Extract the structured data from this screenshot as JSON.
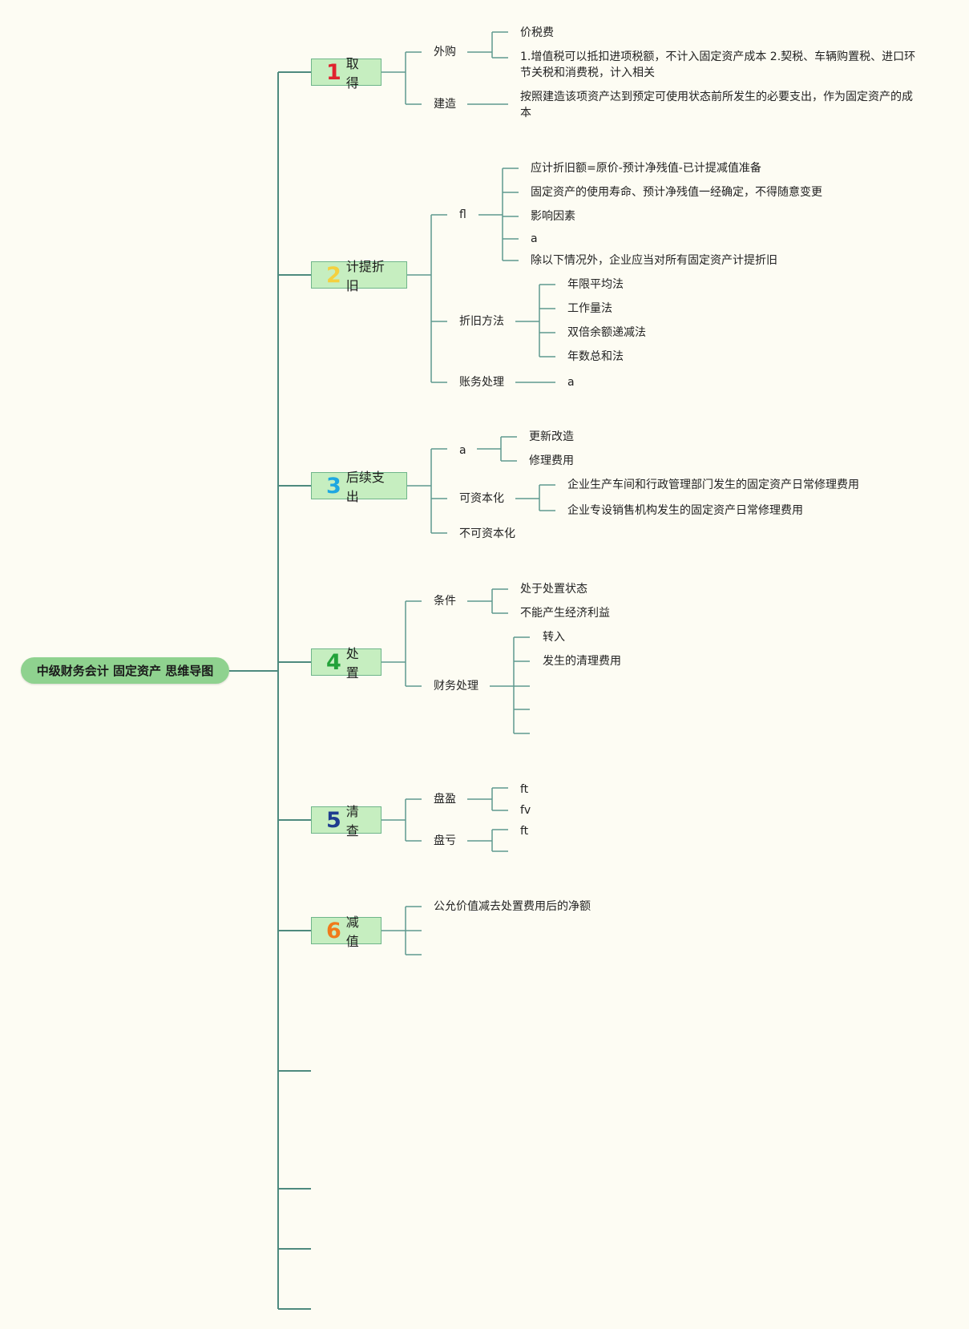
{
  "root": {
    "title": "中级财务会计 固定资产 思维导图"
  },
  "colors": {
    "background": "#fdfcf3",
    "connector": "#5f9a8f",
    "root_fill": "#8fd28f",
    "branch_fill": "#c6eec0",
    "num1": "#e0242e",
    "num2": "#f4d03f",
    "num3": "#1ea7e1",
    "num4": "#23a23a",
    "num5": "#1e3c8f",
    "num6": "#f07a1a"
  },
  "branches": [
    {
      "num": "1",
      "label": "取得",
      "children": [
        {
          "label": "外购",
          "children": [
            "价税费",
            "1.增值税可以抵扣进项税额，不计入固定资产成本 2.契税、车辆购置税、进口环节关税和消费税，计入相关"
          ]
        },
        {
          "label": "建造",
          "children": [
            "按照建造该项资产达到预定可使用状态前所发生的必要支出，作为固定资产的成本"
          ]
        }
      ]
    },
    {
      "num": "2",
      "label": "计提折旧",
      "children": [
        {
          "label": "fl",
          "children": [
            "应计折旧额=原价-预计净残值-已计提减值准备",
            "固定资产的使用寿命、预计净残值一经确定，不得随意变更",
            "影响因素",
            "a",
            "除以下情况外，企业应当对所有固定资产计提折旧"
          ]
        },
        {
          "label": "折旧方法",
          "children": [
            "年限平均法",
            "工作量法",
            "双倍余额递减法",
            "年数总和法"
          ]
        },
        {
          "label": "账务处理",
          "children": [
            "a"
          ]
        }
      ]
    },
    {
      "num": "3",
      "label": "后续支出",
      "children": [
        {
          "label": "a",
          "children": [
            "更新改造",
            "修理费用"
          ]
        },
        {
          "label": "可资本化",
          "children": [
            "企业生产车间和行政管理部门发生的固定资产日常修理费用",
            "企业专设销售机构发生的固定资产日常修理费用"
          ]
        },
        {
          "label": "不可资本化",
          "children": []
        }
      ]
    },
    {
      "num": "4",
      "label": "处置",
      "children": [
        {
          "label": "条件",
          "children": [
            "处于处置状态",
            "不能产生经济利益"
          ]
        },
        {
          "label": "财务处理",
          "children": [
            "转入",
            "发生的清理费用",
            "",
            "",
            ""
          ]
        }
      ]
    },
    {
      "num": "5",
      "label": "清查",
      "children": [
        {
          "label": "盘盈",
          "children": [
            "ft",
            "fv"
          ]
        },
        {
          "label": "盘亏",
          "children": [
            "ft",
            ""
          ]
        }
      ]
    },
    {
      "num": "6",
      "label": "减值",
      "children": [
        {
          "label": "公允价值减去处置费用后的净额",
          "children": []
        }
      ]
    }
  ]
}
